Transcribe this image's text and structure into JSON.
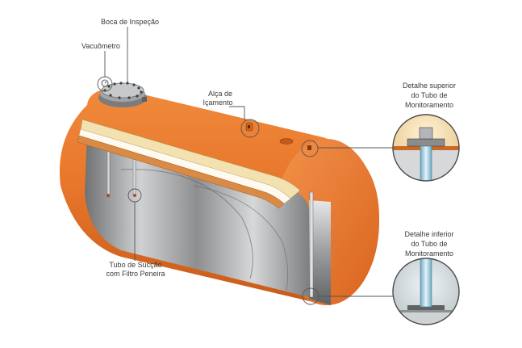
{
  "labels": {
    "inspection_port": "Boca de Inspeção",
    "vacuum_gauge": "Vacuômetro",
    "lifting_lug_line1": "Alça de",
    "lifting_lug_line2": "Içamento",
    "top_detail_line1": "Detalhe superior",
    "top_detail_line2": "do Tubo de",
    "top_detail_line3": "Monitoramento",
    "bottom_detail_line1": "Detalhe inferior",
    "bottom_detail_line2": "do Tubo de",
    "bottom_detail_line3": "Monitoramento",
    "suction_tube_line1": "Tubo de Sucção",
    "suction_tube_line2": "com Filtro Peneira"
  },
  "colors": {
    "tank_orange": "#e8762b",
    "tank_orange_dark": "#c85a18",
    "interior_steel": "#a9abad",
    "insulation_cream": "#f3e2b0",
    "monitoring_tube": "#9ec9da",
    "detail_sand": "#e3b36a",
    "leader_line": "#555555"
  }
}
